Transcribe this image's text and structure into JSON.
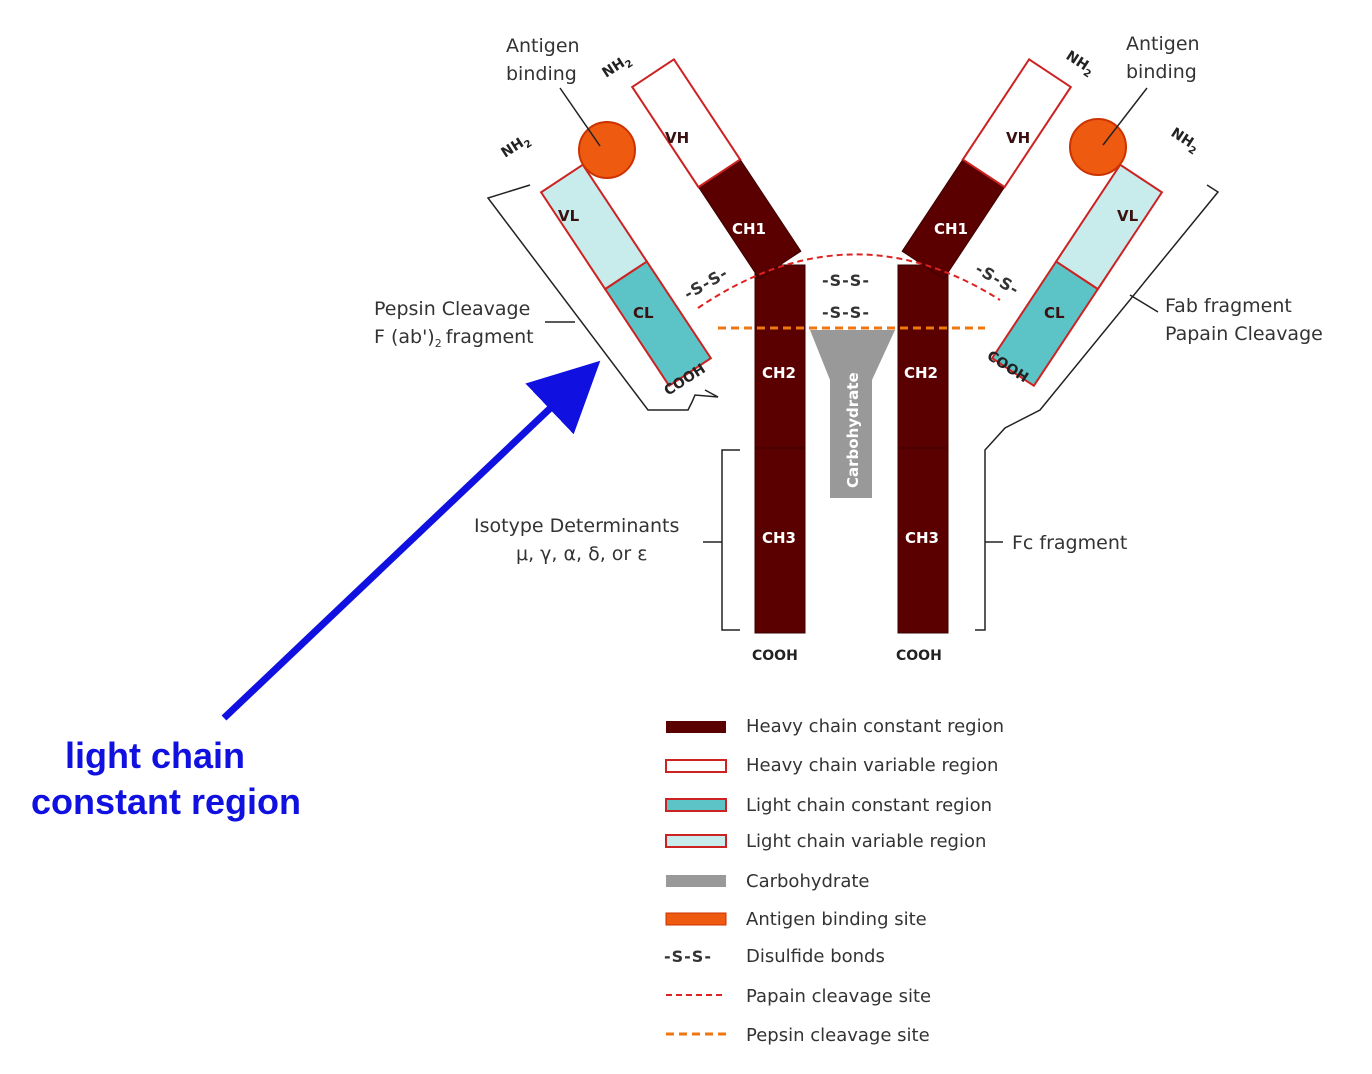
{
  "colors": {
    "heavy_constant": "#5a0000",
    "heavy_variable_border": "#cc2222",
    "light_constant": "#5cc4c6",
    "light_variable": "#c8ecec",
    "carbohydrate": "#999999",
    "antigen": "#ee5a10",
    "papain_line": "#dd2222",
    "pepsin_line": "#ee7711",
    "callout": "#1010e0"
  },
  "diagram": {
    "antigen_binding_left": [
      "Antigen",
      "binding"
    ],
    "antigen_binding_right": [
      "Antigen",
      "binding"
    ],
    "nh2": "NH",
    "nh2_sub": "2",
    "vh": "VH",
    "vl": "VL",
    "cl": "CL",
    "ch1": "CH1",
    "ch2": "CH2",
    "ch3": "CH3",
    "cooh": "COOH",
    "carbohydrate": "Carbohydrate",
    "ss": "-S-S-",
    "pepsin_label": [
      "Pepsin Cleavage",
      "F (ab')",
      "fragment"
    ],
    "pepsin_sub": "2",
    "fab_label": [
      "Fab fragment",
      "Papain Cleavage"
    ],
    "isotype_label": [
      "Isotype Determinants",
      "μ, γ, α, δ, or ε"
    ],
    "fc_label": "Fc fragment"
  },
  "callout": {
    "lines": [
      "light chain",
      "constant region"
    ]
  },
  "legend": [
    {
      "label": "Heavy chain constant region",
      "icon": "heavy-constant-swatch"
    },
    {
      "label": "Heavy chain variable region",
      "icon": "heavy-variable-swatch"
    },
    {
      "label": "Light chain constant region",
      "icon": "light-constant-swatch"
    },
    {
      "label": "Light chain variable region",
      "icon": "light-variable-swatch"
    },
    {
      "label": "Carbohydrate",
      "icon": "carbohydrate-swatch"
    },
    {
      "label": "Antigen binding site",
      "icon": "antigen-swatch"
    },
    {
      "label": "Disulfide bonds",
      "icon": "disulfide-symbol"
    },
    {
      "label": "Papain cleavage site",
      "icon": "papain-dash"
    },
    {
      "label": "Pepsin cleavage site",
      "icon": "pepsin-dash"
    }
  ]
}
